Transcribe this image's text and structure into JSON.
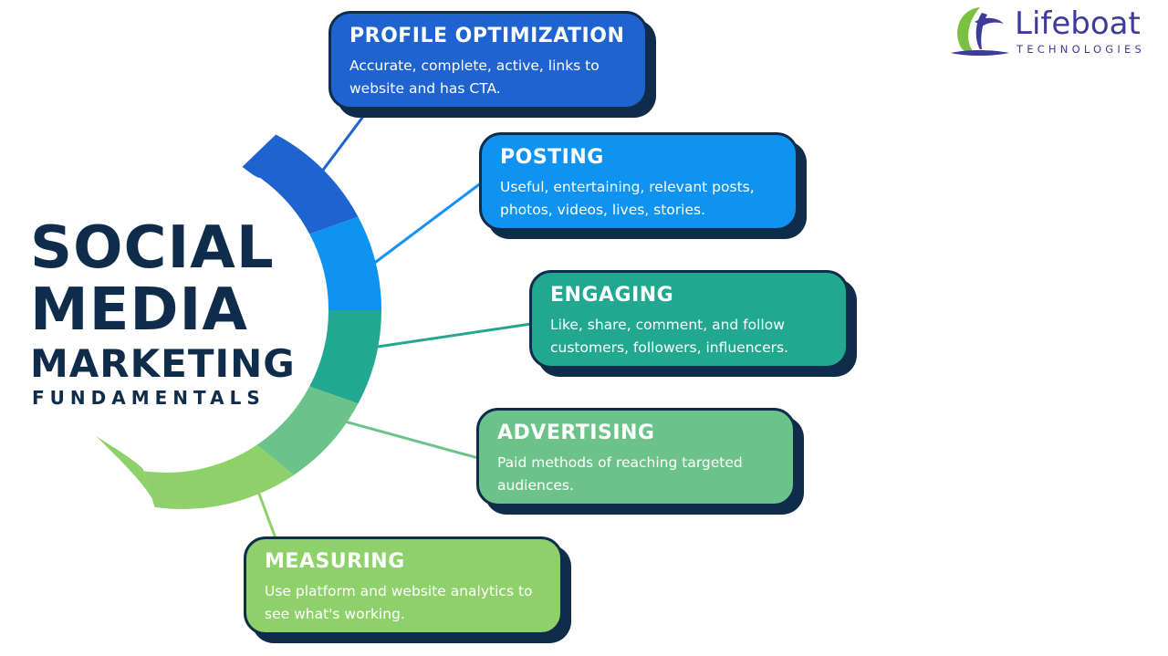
{
  "title": {
    "line1": "SOCIAL",
    "line2": "MEDIA",
    "line3": "MARKETING",
    "line4": "FUNDAMENTALS",
    "color": "#0f2d4a"
  },
  "logo": {
    "name": "Lifeboat",
    "tagline": "TECHNOLOGIES",
    "icon": "lifeboat-sail-icon",
    "colors": {
      "text": "#3d3b9c",
      "green": "#7ac142"
    }
  },
  "cards": [
    {
      "key": "profile",
      "heading": "PROFILE OPTIMIZATION",
      "body": "Accurate, complete, active, links to website and has CTA.",
      "color": "#1f63d1"
    },
    {
      "key": "posting",
      "heading": "POSTING",
      "body": "Useful, entertaining, relevant posts, photos, videos, lives, stories.",
      "color": "#0f93f0"
    },
    {
      "key": "engaging",
      "heading": "ENGAGING",
      "body": "Like, share, comment, and follow customers, followers, influencers.",
      "color": "#22a891"
    },
    {
      "key": "advertising",
      "heading": "ADVERTISING",
      "body": "Paid methods of reaching targeted audiences.",
      "color": "#6cc38a"
    },
    {
      "key": "measuring",
      "heading": "MEASURING",
      "body": "Use platform and website analytics to see what's working.",
      "color": "#8ed06a"
    }
  ],
  "shadow_color": "#0f2d4a"
}
